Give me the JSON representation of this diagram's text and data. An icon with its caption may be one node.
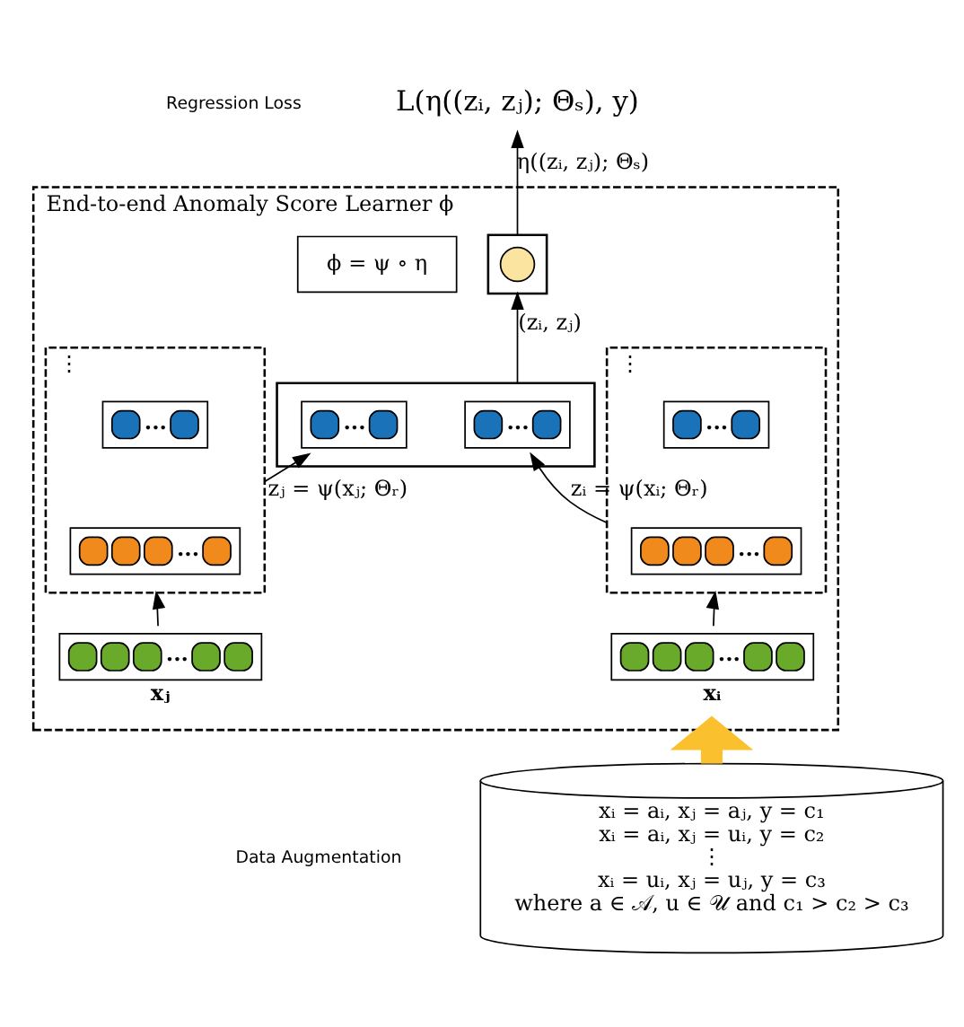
{
  "diagram": {
    "nodes": [
      {
        "text": [
          "End-to-end Anomaly Score Learner ϕ"
        ]
      },
      {
        "text": [
          "ϕ = ψ ∘ η"
        ],
        "in": 0
      },
      {
        "text": [],
        "shape": "box",
        "in": 0
      },
      {
        "text": [],
        "shape": "circle",
        "in": 2
      },
      {
        "text": [],
        "shape": "box",
        "in": 0
      },
      {
        "text": [
          "..."
        ],
        "in": 4
      },
      {
        "text": [
          "..."
        ],
        "in": 4
      },
      {
        "text": [
          "⋮"
        ],
        "in": 0
      },
      {
        "text": [
          "..."
        ],
        "in": 7
      },
      {
        "text": [
          "..."
        ],
        "in": 7
      },
      {
        "text": [
          "⋮"
        ],
        "in": 0
      },
      {
        "text": [
          "..."
        ],
        "in": 10
      },
      {
        "text": [
          "..."
        ],
        "in": 10
      },
      {
        "text": [
          "..."
        ],
        "beside": [
          "xᵢ"
        ],
        "in": 0
      },
      {
        "text": [
          "..."
        ],
        "beside": [
          "xⱼ"
        ],
        "in": 0
      },
      {
        "text": [
          "L(η((zᵢ, zⱼ); Θₛ), y)"
        ]
      },
      {
        "text": [
          "xᵢ = aᵢ, xⱼ = aⱼ, y = c₁",
          "xᵢ = aᵢ, xⱼ = uᵢ, y = c₂",
          "⋮",
          "xᵢ = uᵢ, xⱼ = uⱼ, y = c₃",
          "where a ∈ 𝒜, u ∈ 𝒰 and c₁ > c₂ > c₃"
        ]
      }
    ],
    "edges": [
      {
        "from": 13,
        "to": 7,
        "arrow": "to"
      },
      {
        "from": 14,
        "to": 10,
        "arrow": "to"
      },
      {
        "from": 7,
        "to": 5,
        "arrow": "to",
        "label": "zᵢ = ψ(xᵢ; Θᵣ)"
      },
      {
        "from": 10,
        "to": 6,
        "arrow": "to",
        "label": "zⱼ = ψ(xⱼ; Θᵣ)"
      },
      {
        "from": 4,
        "to": 2,
        "arrow": "to",
        "label": "(zᵢ, zⱼ)"
      },
      {
        "from": 2,
        "to": 15,
        "arrow": "to",
        "label": "η((zᵢ, zⱼ); Θₛ)"
      },
      {
        "from": 16,
        "to": 0,
        "arrow": "to",
        "style": "thick",
        "color": "#fbc02d"
      }
    ],
    "labels": [
      "Regression Loss",
      "Data Augmentation"
    ]
  }
}
